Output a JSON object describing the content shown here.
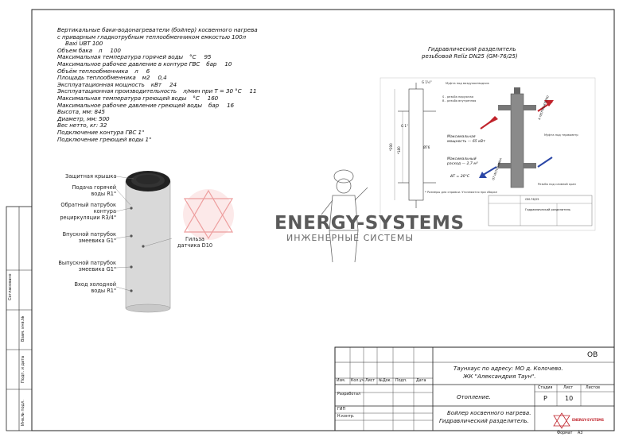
{
  "spec": {
    "title_lines": [
      "Вертикальные баки-водонагреватели (бойлер) косвенного нагрева",
      "с приварным гладкотрубным теплообменником емкостью 100л",
      "Baxi UBT 100"
    ],
    "rows": [
      {
        "label": "Объем бака",
        "unit": "л",
        "value": "100"
      },
      {
        "label": "Максимальная температура горячей воды",
        "unit": "°С",
        "value": "95"
      },
      {
        "label": "Максимальное рабочее давление в контуре ГВС",
        "unit": "бар",
        "value": "10"
      },
      {
        "label": "Объём теплообменника",
        "unit": "л",
        "value": "6"
      },
      {
        "label": "Площадь теплообменника",
        "unit": "м2",
        "value": "0,4"
      },
      {
        "label": "Эксплуатационная мощность",
        "unit": "кВт",
        "value": "24"
      },
      {
        "label": "Эксплуатационная производительность",
        "unit": "л/мин при Т = 30 °С",
        "value": "11"
      },
      {
        "label": "Максимальная температура греющей воды",
        "unit": "°С",
        "value": "160"
      },
      {
        "label": "Максимальное рабочее давление греющей воды",
        "unit": "бар",
        "value": "16"
      }
    ],
    "extra": [
      "Высота, мм: 845",
      "Диаметр, мм: 500",
      "Вес нетто, кг: 32",
      "Подключение контура ГВС    1\"",
      "Подключение греющей воды   1\""
    ]
  },
  "boiler_labels": {
    "cover": "Защитная крышка",
    "hot_supply": [
      "Подача горячей",
      "воды R1\""
    ],
    "recirc": [
      "Обратный патрубок",
      "контура",
      "рециркуляции R3/4\""
    ],
    "coil_in": [
      "Впускной патрубок",
      "змеевика G1\""
    ],
    "sensor": [
      "Гильза",
      "датчика D10"
    ],
    "coil_out": [
      "Выпускной патрубок",
      "змеевика G1\""
    ],
    "cold_in": [
      "Вход холодной",
      "воды R1\""
    ]
  },
  "separator": {
    "title_lines": [
      "Гидравлический разделитель",
      "резьбовой Reliz DN25 (GM-76/25)"
    ],
    "notes": {
      "air": "Муфта под воздухоотводчик",
      "s_label": "S - резьба наружная",
      "v_label": "В - резьба внутренняя",
      "to_consumer": "К ПОТРЕБИТЕЛЮ",
      "from_source": "ОТ ИСТОЧНИКА",
      "thermo": "Муфта под термометр",
      "power_l": "Максимальная",
      "power_v": "мощность — 65 кВт",
      "flow_l": "Максимальный",
      "flow_v": "расход — 2,7 м³",
      "dt": "ΔT = 20°C",
      "drain": "Резьба под сливной кран",
      "footnote": "* Размеры для справки. Уточняются при сборке",
      "stamp_code": "GM-76/25",
      "stamp_name": "Гидравлический разделитель"
    },
    "dims": {
      "d_top": "G 1½\"",
      "d_side": "G 1\"",
      "d_mid": "Ø76",
      "h_total": "*290",
      "h_inner": "*180"
    }
  },
  "watermark": {
    "brand": "ENERGY-SYSTEMS",
    "tagline": "ИНЖЕНЕРНЫЕ СИСТЕМЫ"
  },
  "side_stamp": [
    "Согласовано",
    "Взам. инв.№",
    "Подп. и дата",
    "Инв.№ подл."
  ],
  "title_block": {
    "code": "ОВ",
    "address_1": "Таунхаус по адресу: МО д. Колочево.",
    "address_2": "ЖК \"Александрия Таун\".",
    "col_headers": [
      "Изм.",
      "Кол.уч.",
      "Лист",
      "№Док.",
      "Подп.",
      "Дата"
    ],
    "roles": [
      "Разработал",
      "ГИП",
      "Н.контр."
    ],
    "section": "Отопление.",
    "stage_h": "Стадия",
    "sheet_h": "Лист",
    "sheets_h": "Листов",
    "stage": "Р",
    "sheet": "10",
    "sheets": "",
    "drawing_1": "Бойлер косвенного нагрева.",
    "drawing_2": "Гидравлический разделитель.",
    "logo_text": "ENERGY-SYSTEMS",
    "bottom_left": "Формат",
    "bottom_right": "А3"
  },
  "colors": {
    "hot": "#c0232b",
    "cold": "#2a46a6",
    "frame": "#222222"
  }
}
